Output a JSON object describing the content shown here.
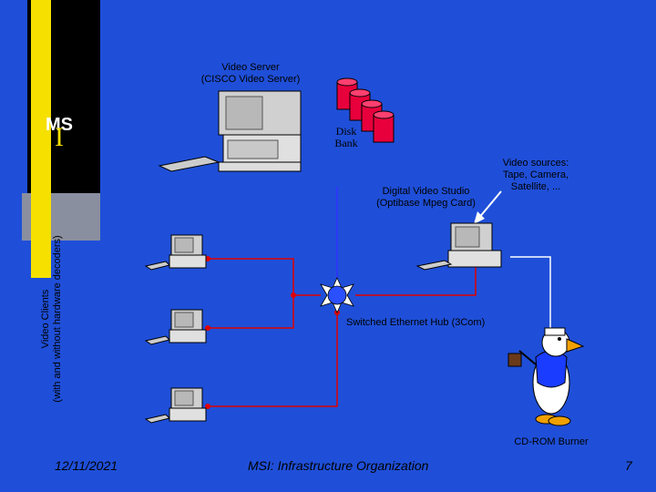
{
  "logo": {
    "text": "MS",
    "suffix": "I"
  },
  "labels": {
    "video_server": "Video Server",
    "video_server_sub": "(CISCO Video Server)",
    "disk_bank_1": "Disk",
    "disk_bank_2": "Bank",
    "digital_studio": "Digital Video Studio",
    "digital_studio_sub": "(Optibase Mpeg Card)",
    "video_sources_1": "Video sources:",
    "video_sources_2": "Tape, Camera,",
    "video_sources_3": "Satellite, ...",
    "hub": "Switched Ethernet Hub (3Com)",
    "cdrom": "CD-ROM Burner",
    "clients_1": "Video Clients",
    "clients_2": "(with and without hardware decoders)"
  },
  "footer": {
    "date": "12/11/2021",
    "title": "MSI: Infrastructure Organization",
    "page": "7"
  },
  "colors": {
    "background": "#1f4fd8",
    "accent_bar": "#f5e000",
    "black_bar": "#000000",
    "network_line": "#e00000",
    "server_line": "#3030ff",
    "source_line": "#ffffff",
    "disk": "#e8003c"
  }
}
